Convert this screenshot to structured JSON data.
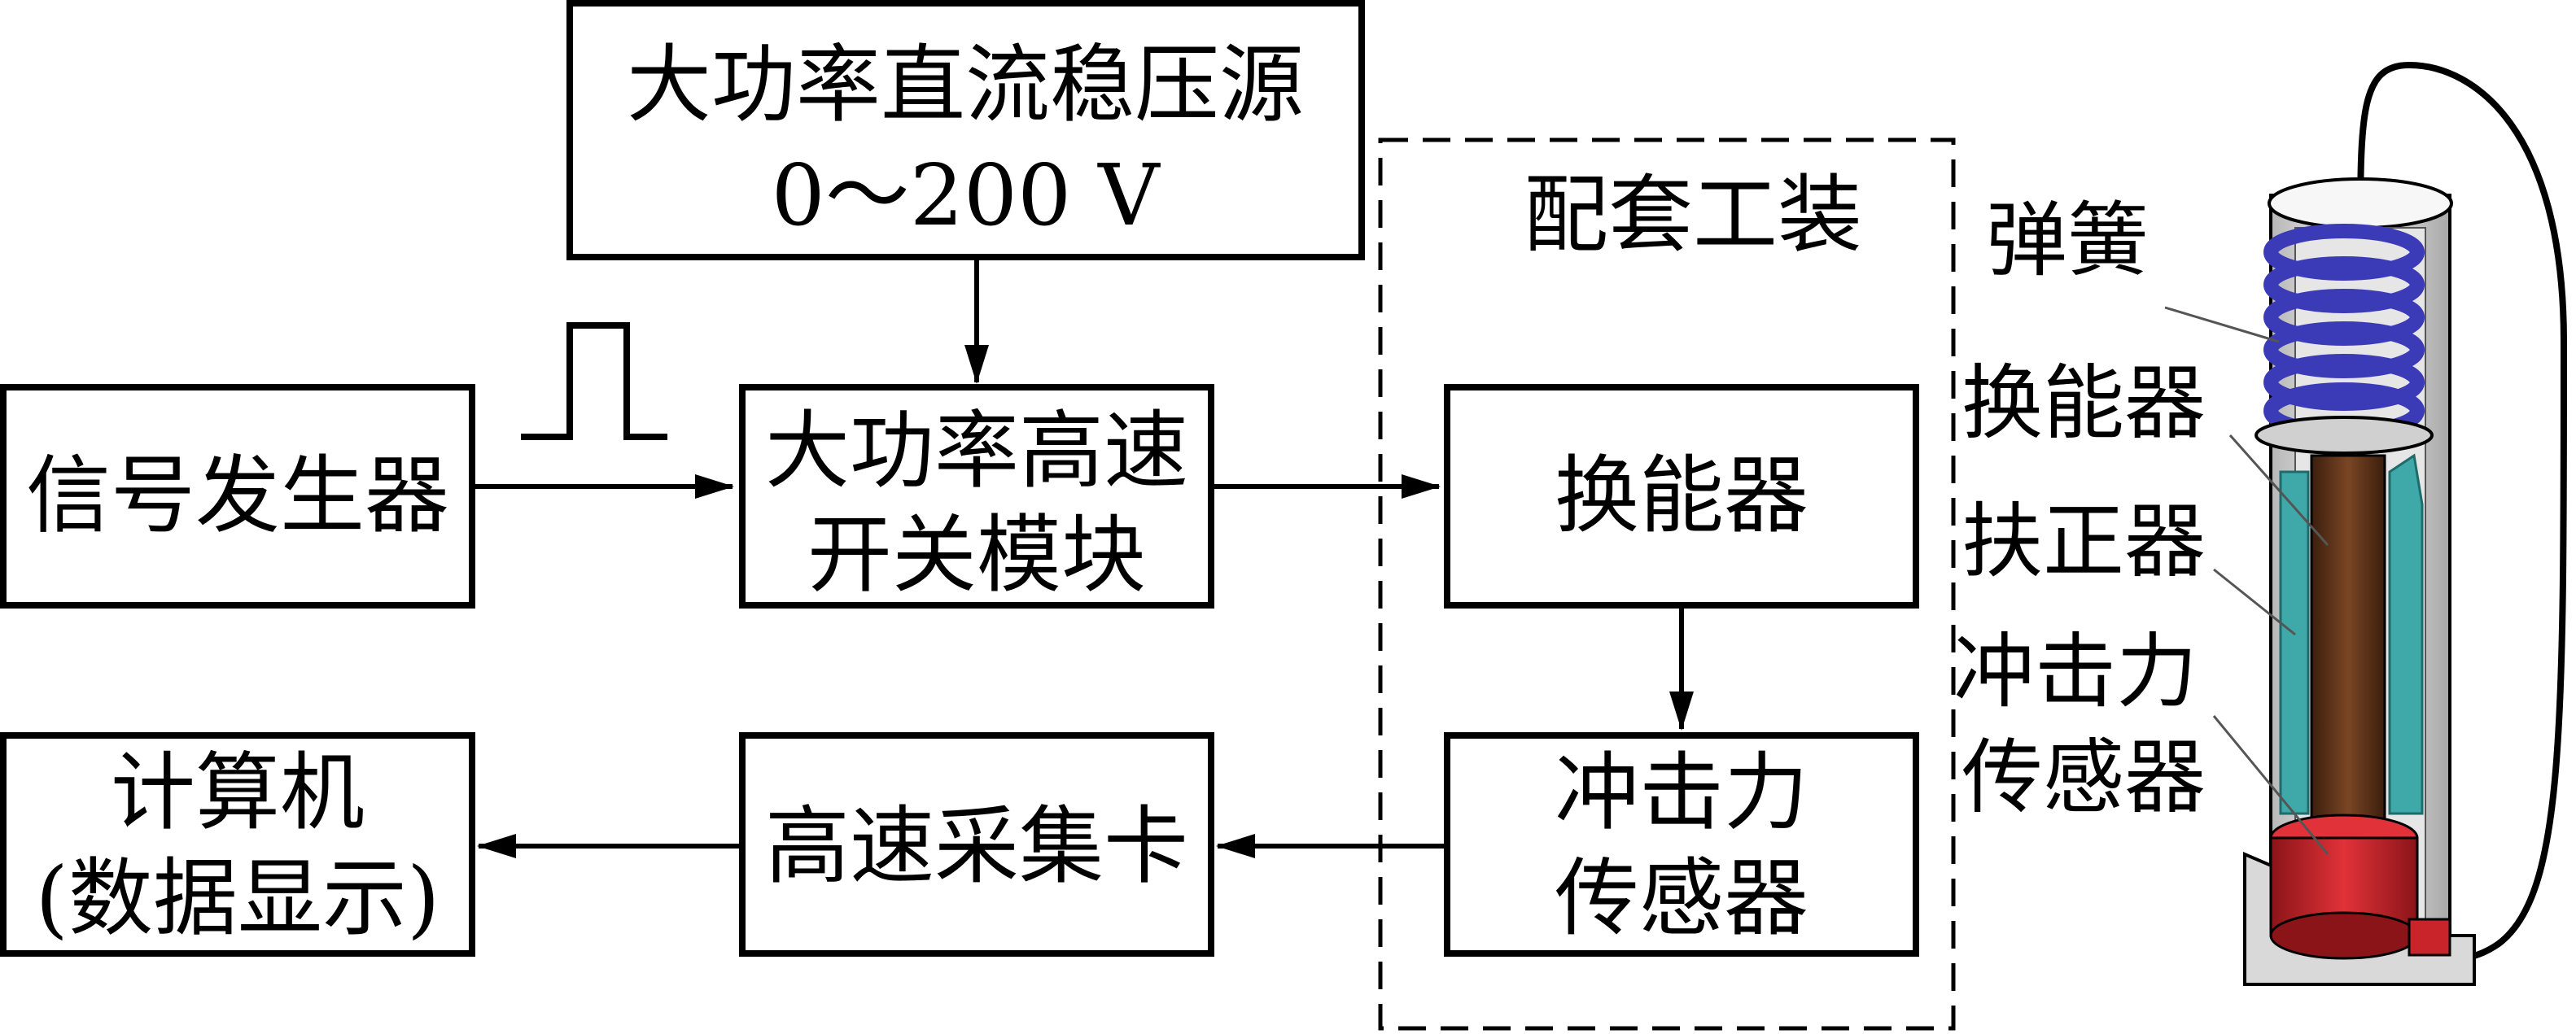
{
  "blocks": {
    "power_supply": {
      "line1": "大功率直流稳压源",
      "line2": "0～200 V"
    },
    "signal_generator": {
      "label": "信号发生器"
    },
    "switch_module": {
      "line1": "大功率高速",
      "line2": "开关模块"
    },
    "fixture_group": {
      "label": "配套工装"
    },
    "transducer": {
      "label": "换能器"
    },
    "impact_sensor": {
      "line1": "冲击力",
      "line2": "传感器"
    },
    "daq_card": {
      "label": "高速采集卡"
    },
    "computer": {
      "line1": "计算机",
      "line2": "(数据显示)"
    }
  },
  "device_callouts": {
    "spring": "弹簧",
    "transducer": "换能器",
    "centralizer": "扶正器",
    "impact_sensor_line1": "冲击力",
    "impact_sensor_line2": "传感器"
  },
  "colors": {
    "line": "#000000",
    "spring": "#3b3bb8",
    "transducer_body": "#5a3218",
    "centralizer": "#3fa9a9",
    "sensor": "#c8242a",
    "housing": "#d9d9d9"
  }
}
